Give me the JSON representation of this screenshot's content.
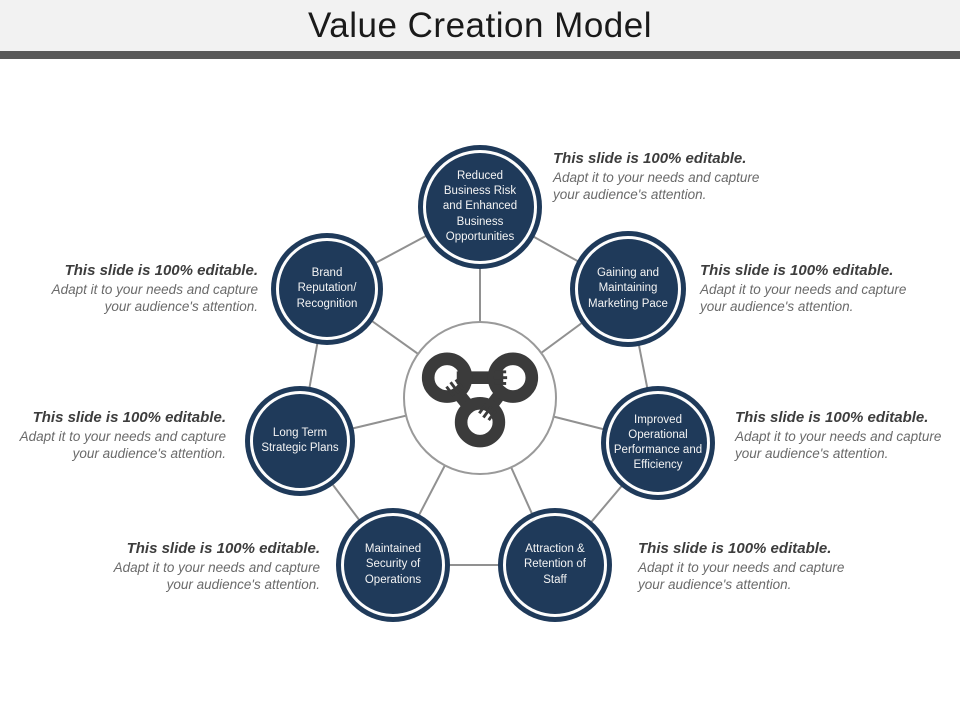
{
  "slide": {
    "title": "Value Creation Model"
  },
  "colors": {
    "node_fill": "#1f3a5a",
    "node_ring": "#fdfdfd",
    "connector": "#919191",
    "header_band": "#f2f2f2",
    "accent_bar": "#595959",
    "icon": "#3b3b3b",
    "caption_bold": "#3d3d3d",
    "caption_body": "#6a6a6a"
  },
  "center": {
    "icon": "teamwork-hands-icon"
  },
  "nodes": [
    {
      "label": "Reduced Business Risk and Enhanced Business Opportunities"
    },
    {
      "label": "Gaining and Maintaining Marketing Pace"
    },
    {
      "label": "Improved Operational Performance and Efficiency"
    },
    {
      "label": "Attraction & Retention of Staff"
    },
    {
      "label": "Maintained Security of Operations"
    },
    {
      "label": "Long Term Strategic Plans"
    },
    {
      "label": "Brand Reputation/ Recognition"
    }
  ],
  "captions": [
    {
      "bold": "This slide is 100% editable.",
      "body": "Adapt it to your needs and capture your audience's attention."
    },
    {
      "bold": "This slide is 100% editable.",
      "body": "Adapt it to your needs and capture your audience's attention."
    },
    {
      "bold": "This slide is 100% editable.",
      "body": "Adapt it to your needs and capture your audience's attention."
    },
    {
      "bold": "This slide is 100% editable.",
      "body": "Adapt it to your needs and capture your audience's attention."
    },
    {
      "bold": "This slide is 100% editable.",
      "body": "Adapt it to your needs and capture your audience's attention."
    },
    {
      "bold": "This slide is 100% editable.",
      "body": "Adapt it to your needs and capture your audience's attention."
    },
    {
      "bold": "This slide is 100% editable.",
      "body": "Adapt it to your needs and capture your audience's attention."
    }
  ]
}
